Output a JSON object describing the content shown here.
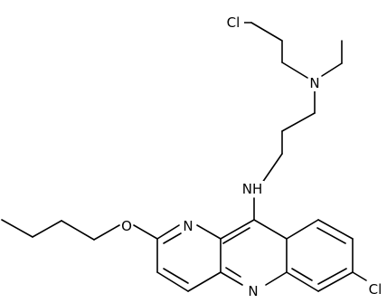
{
  "atoms": {
    "n_amine": "N",
    "cl_chloroethyl": "Cl",
    "nh": "NH",
    "o_ether": "O",
    "n_ring_left": "N",
    "n_ring_bottom": "N",
    "cl_ring": "Cl"
  },
  "colors": {
    "bond": "#000000",
    "label": "#000000",
    "background": "#ffffff"
  }
}
